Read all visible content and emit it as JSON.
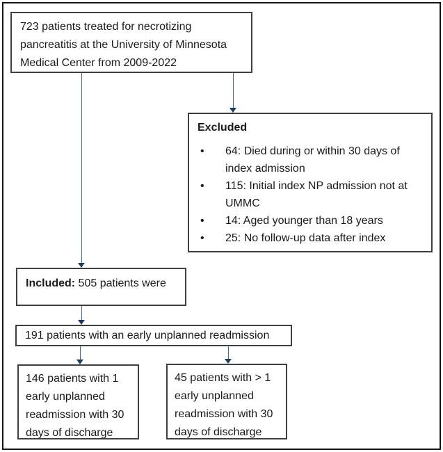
{
  "colors": {
    "background": "#ffffff",
    "outer_border": "#161616",
    "box_border": "#3f3f3f",
    "text": "#1a1a1a",
    "arrow_line": "#44688e",
    "arrow_head": "#1f3c5e"
  },
  "flowchart": {
    "top_box": {
      "text": "723 patients treated for necrotizing pancreatitis at the University of Minnesota Medical Center from 2009-2022"
    },
    "excluded_box": {
      "title": "Excluded",
      "bullet_char": "•",
      "items": [
        "64: Died during or within 30 days of index admission",
        "115: Initial index NP admission not at UMMC",
        "14: Aged younger than 18 years",
        "25: No follow-up data after index"
      ]
    },
    "included_box": {
      "label": "Included:",
      "text": " 505 patients were"
    },
    "readmission_box": {
      "text": "191 patients with an early unplanned readmission"
    },
    "single_readmission_box": {
      "text": "146 patients with 1 early unplanned readmission with 30 days of discharge"
    },
    "multiple_readmission_box": {
      "text": "45 patients with > 1 early unplanned readmission with 30 days of discharge"
    }
  }
}
